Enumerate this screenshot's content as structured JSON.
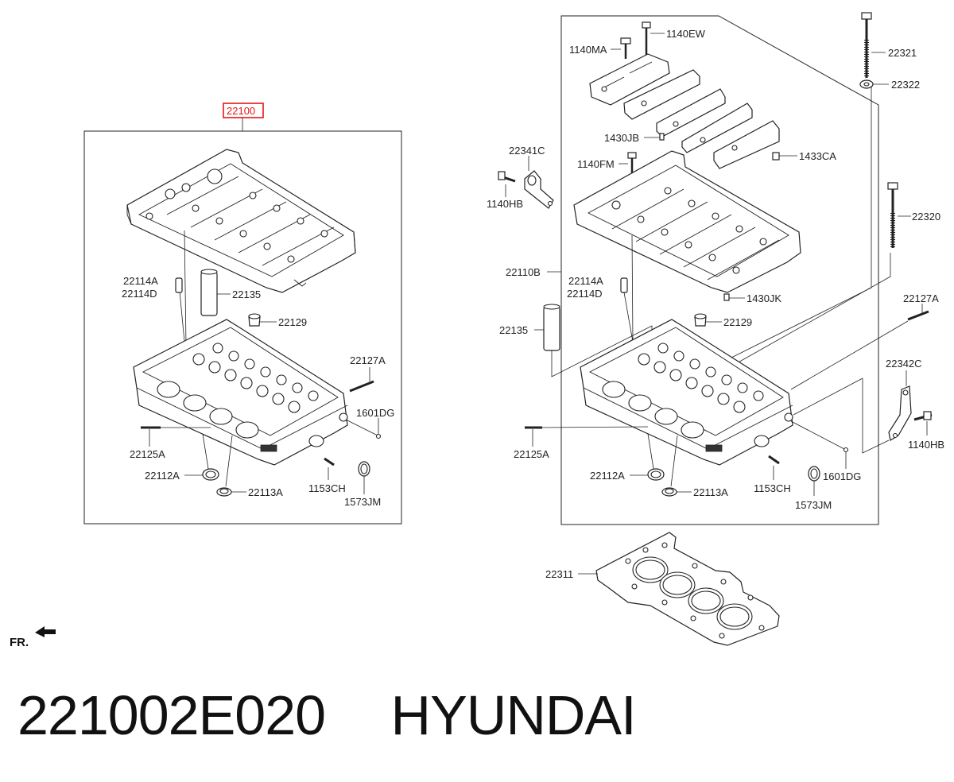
{
  "callouts": {
    "box_main": "22100",
    "left": {
      "c22114A": "22114A",
      "c22114D": "22114D",
      "c22135": "22135",
      "c22129": "22129",
      "c22127A": "22127A",
      "c1601DG": "1601DG",
      "c22125A": "22125A",
      "c22112A": "22112A",
      "c22113A": "22113A",
      "c1153CH": "1153CH",
      "c1573JM": "1573JM"
    },
    "right": {
      "c1140EW": "1140EW",
      "c1140MA": "1140MA",
      "c22321": "22321",
      "c22322": "22322",
      "c1430JB": "1430JB",
      "c22341C": "22341C",
      "c1140FM": "1140FM",
      "c1433CA": "1433CA",
      "c1140HB_left": "1140HB",
      "c22320": "22320",
      "c22110B": "22110B",
      "c22114A": "22114A",
      "c22114D": "22114D",
      "c1430JK": "1430JK",
      "c22127A": "22127A",
      "c22135": "22135",
      "c22129": "22129",
      "c22342C": "22342C",
      "c1140HB_right": "1140HB",
      "c22125A": "22125A",
      "c1601DG": "1601DG",
      "c22112A": "22112A",
      "c22113A": "22113A",
      "c1153CH": "1153CH",
      "c1573JM": "1573JM",
      "c22311": "22311"
    }
  },
  "direction_label": "FR.",
  "footer": {
    "part_number": "221002E020",
    "brand": "HYUNDAI"
  },
  "colors": {
    "highlight_box": "#e01818",
    "line": "#222222"
  }
}
